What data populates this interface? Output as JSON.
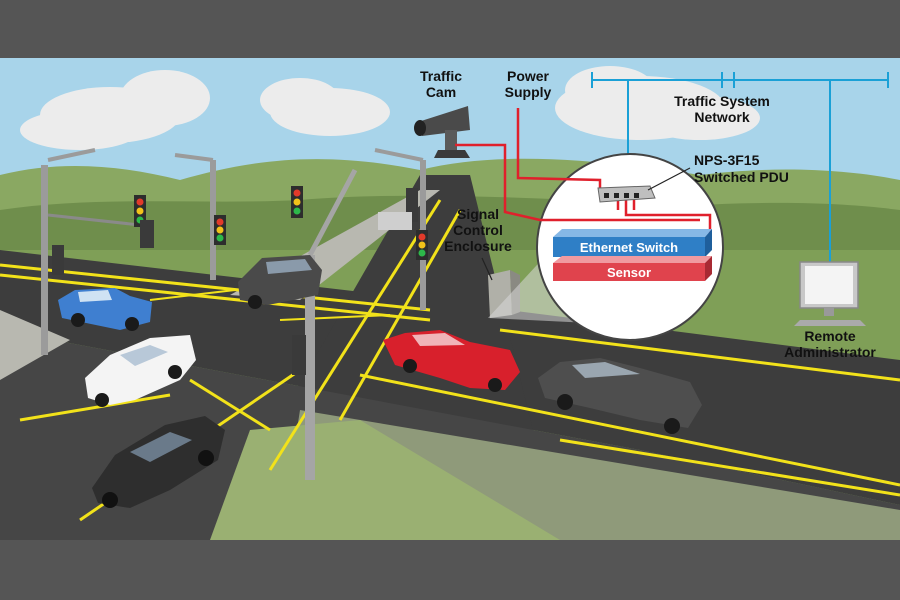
{
  "labels": {
    "traffic_cam": [
      "Traffic",
      "Cam"
    ],
    "power_supply": [
      "Power",
      "Supply"
    ],
    "traffic_system_network": [
      "Traffic System",
      "Network"
    ],
    "pdu": [
      "NPS-3F15",
      "Switched PDU"
    ],
    "signal_control_enclosure": [
      "Signal",
      "Control",
      "Enclosure"
    ],
    "ethernet_switch": "Ethernet Switch",
    "sensor": "Sensor",
    "remote_administrator": [
      "Remote",
      "Administrator"
    ]
  },
  "colors": {
    "frame": "#555555",
    "sky": "#a8d4ea",
    "hills": "#7d9a58",
    "road": "#3d3d3d",
    "lane_marking": "#f2e21a",
    "power_cable": "#e0202c",
    "network_cable": "#1aa0d6",
    "ethernet_switch": "#2f7fc6",
    "sensor": "#e0434d"
  }
}
